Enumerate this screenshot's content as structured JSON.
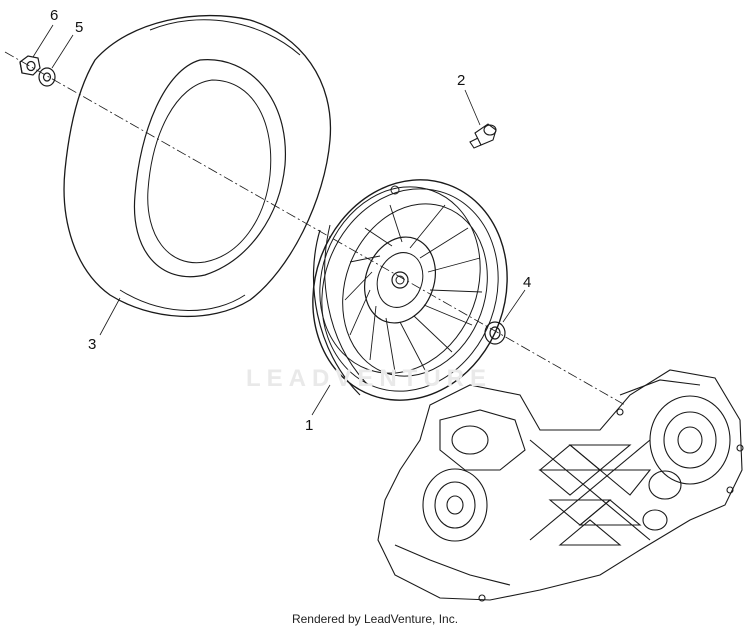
{
  "diagram": {
    "callouts": [
      {
        "id": "part-1",
        "label": "1"
      },
      {
        "id": "part-2",
        "label": "2"
      },
      {
        "id": "part-3",
        "label": "3"
      },
      {
        "id": "part-4",
        "label": "4"
      },
      {
        "id": "part-5",
        "label": "5"
      },
      {
        "id": "part-6",
        "label": "6"
      }
    ],
    "watermark": "LEADVENTURE",
    "footer": "Rendered by LeadVenture, Inc."
  },
  "colors": {
    "line": "#1a1a1a",
    "background": "#ffffff",
    "watermark": "#e9e9e9"
  }
}
